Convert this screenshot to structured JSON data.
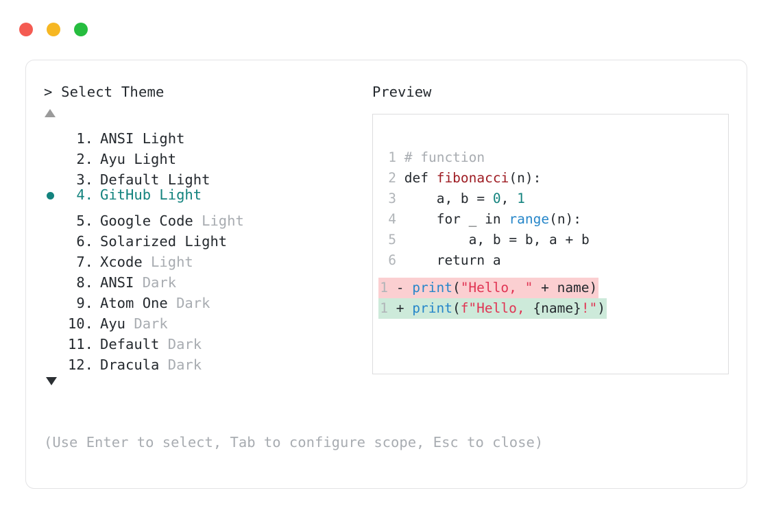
{
  "window": {
    "traffic_lights": [
      {
        "name": "close-dot",
        "color": "#f45b52"
      },
      {
        "name": "minimize-dot",
        "color": "#f6b723"
      },
      {
        "name": "maximize-dot",
        "color": "#26bd3f"
      }
    ]
  },
  "selector": {
    "prompt": "> Select Theme",
    "scroll_up_icon": "triangle-up-icon",
    "scroll_down_icon": "triangle-down-icon",
    "selected_index": 4,
    "bullet_color": "#13837e",
    "items": [
      {
        "index": "1.",
        "name": "ANSI",
        "variant": " Light",
        "variant_muted": false,
        "selected": false
      },
      {
        "index": "2.",
        "name": "Ayu",
        "variant": " Light",
        "variant_muted": false,
        "selected": false
      },
      {
        "index": "3.",
        "name": "Default",
        "variant": " Light",
        "variant_muted": false,
        "selected": false
      },
      {
        "index": "4.",
        "name": "GitHub",
        "variant": " Light",
        "variant_muted": false,
        "selected": true
      },
      {
        "index": "5.",
        "name": "Google Code",
        "variant": " Light",
        "variant_muted": true,
        "selected": false
      },
      {
        "index": "6.",
        "name": "Solarized",
        "variant": " Light",
        "variant_muted": false,
        "selected": false
      },
      {
        "index": "7.",
        "name": "Xcode",
        "variant": " Light",
        "variant_muted": true,
        "selected": false
      },
      {
        "index": "8.",
        "name": "ANSI",
        "variant": " Dark",
        "variant_muted": true,
        "selected": false
      },
      {
        "index": "9.",
        "name": "Atom One",
        "variant": " Dark",
        "variant_muted": true,
        "selected": false
      },
      {
        "index": "10.",
        "name": "Ayu",
        "variant": " Dark",
        "variant_muted": true,
        "selected": false
      },
      {
        "index": "11.",
        "name": "Default",
        "variant": " Dark",
        "variant_muted": true,
        "selected": false
      },
      {
        "index": "12.",
        "name": "Dracula",
        "variant": " Dark",
        "variant_muted": true,
        "selected": false
      }
    ]
  },
  "help_hint": "(Use Enter to select, Tab to configure scope, Esc to close)",
  "preview": {
    "label": "Preview",
    "code_lines": [
      {
        "number": "1",
        "tokens": [
          {
            "text": " # function",
            "type": "comment"
          }
        ]
      },
      {
        "number": "2",
        "tokens": [
          {
            "text": " def ",
            "type": "keyword"
          },
          {
            "text": "fibonacci",
            "type": "func"
          },
          {
            "text": "(n):",
            "type": "plain"
          }
        ]
      },
      {
        "number": "3",
        "tokens": [
          {
            "text": "     a, b = ",
            "type": "plain"
          },
          {
            "text": "0",
            "type": "number"
          },
          {
            "text": ", ",
            "type": "plain"
          },
          {
            "text": "1",
            "type": "number"
          }
        ]
      },
      {
        "number": "4",
        "tokens": [
          {
            "text": "     for _ in ",
            "type": "plain"
          },
          {
            "text": "range",
            "type": "builtin"
          },
          {
            "text": "(n):",
            "type": "plain"
          }
        ]
      },
      {
        "number": "5",
        "tokens": [
          {
            "text": "         a, b = b, a + b",
            "type": "plain"
          }
        ]
      },
      {
        "number": "6",
        "tokens": [
          {
            "text": "     return a",
            "type": "plain"
          }
        ]
      }
    ],
    "diff_lines": [
      {
        "number": "1",
        "sign": " - ",
        "kind": "remove",
        "background": "#fbcfd1",
        "tokens": [
          {
            "text": "print",
            "type": "builtin"
          },
          {
            "text": "(",
            "type": "plain"
          },
          {
            "text": "\"Hello, \"",
            "type": "string"
          },
          {
            "text": " + name)",
            "type": "plain"
          }
        ]
      },
      {
        "number": "1",
        "sign": " + ",
        "kind": "add",
        "background": "#cdeada",
        "tokens": [
          {
            "text": "print",
            "type": "builtin"
          },
          {
            "text": "(",
            "type": "plain"
          },
          {
            "text": "f\"Hello, ",
            "type": "string"
          },
          {
            "text": "{name}",
            "type": "plain"
          },
          {
            "text": "!\"",
            "type": "string"
          },
          {
            "text": ")",
            "type": "plain"
          }
        ]
      }
    ]
  }
}
